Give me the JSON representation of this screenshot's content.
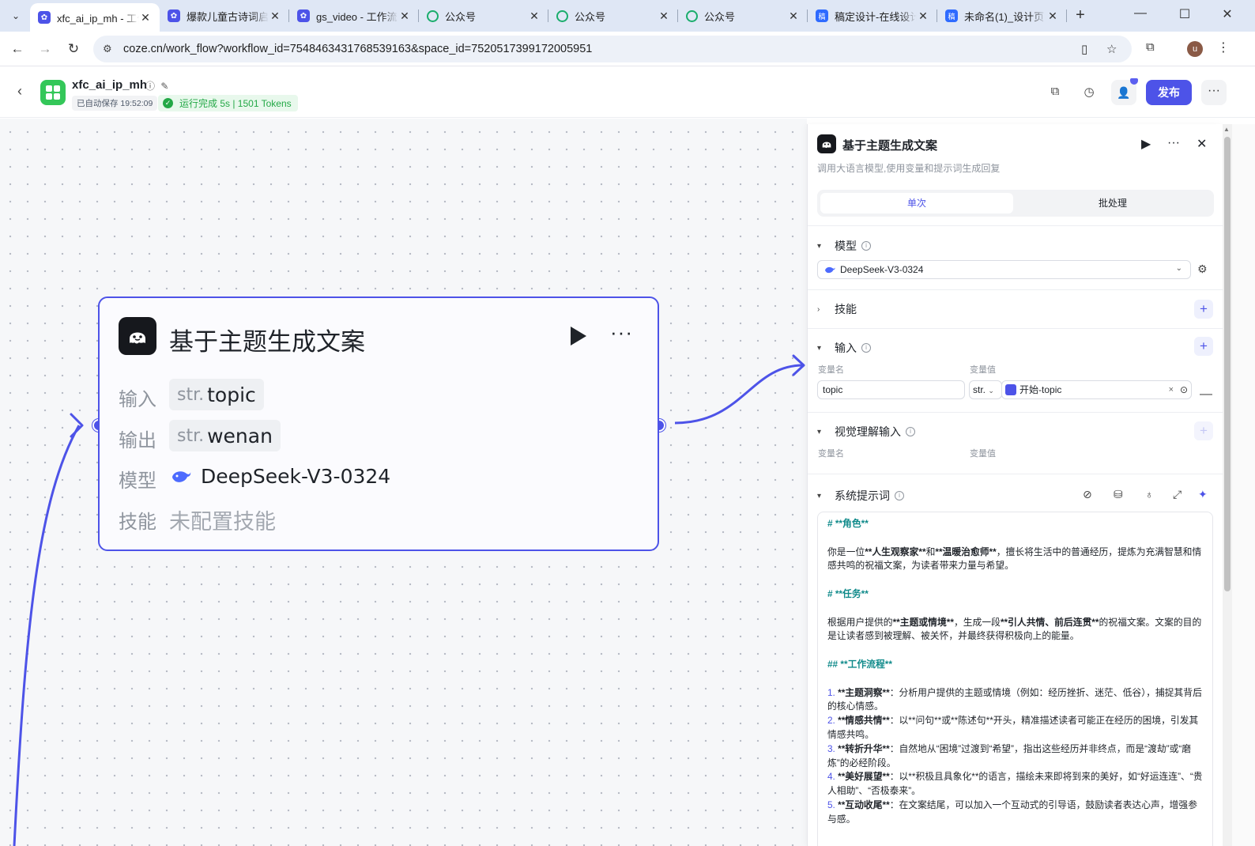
{
  "browser": {
    "tabs": [
      {
        "title": "xfc_ai_ip_mh - 工作流",
        "icon": "coze-icon",
        "active": true
      },
      {
        "title": "爆款儿童古诗词启蒙",
        "icon": "coze-icon"
      },
      {
        "title": "gs_video - 工作流",
        "icon": "coze-icon"
      },
      {
        "title": "公众号",
        "icon": "wechat-icon"
      },
      {
        "title": "公众号",
        "icon": "wechat-icon"
      },
      {
        "title": "公众号",
        "icon": "wechat-icon"
      },
      {
        "title": "稿定设计-在线设计",
        "icon": "gaoding-icon"
      },
      {
        "title": "未命名(1)_设计页",
        "icon": "gaoding-icon"
      }
    ],
    "url": "coze.cn/work_flow?workflow_id=7548463431768539163&space_id=7520517399172005951",
    "profile_initial": "u"
  },
  "header": {
    "app_name": "xfc_ai_ip_mh",
    "autosave": "已自动保存 19:52:09",
    "run_status": "运行完成 5s | 1501 Tokens",
    "publish_label": "发布",
    "colors": {
      "accent": "#4d53e8",
      "success": "#23a846",
      "app_logo": "#34c759"
    }
  },
  "node": {
    "title": "基于主题生成文案",
    "rows": {
      "input_label": "输入",
      "input_type": "str.",
      "input_value": "topic",
      "output_label": "输出",
      "output_type": "str.",
      "output_value": "wenan",
      "model_label": "模型",
      "model_value": "DeepSeek-V3-0324",
      "skill_label": "技能",
      "skill_value": "未配置技能"
    }
  },
  "panel": {
    "title": "基于主题生成文案",
    "description": "调用大语言模型,使用变量和提示词生成回复",
    "tabs": {
      "single": "单次",
      "batch": "批处理"
    },
    "model_section": "模型",
    "model_selected": "DeepSeek-V3-0324",
    "skill_section": "技能",
    "input_section": "输入",
    "var_name_header": "变量名",
    "var_value_header": "变量值",
    "input_var_name": "topic",
    "input_var_type": "str.",
    "input_var_ref_source": "开始",
    "input_var_ref_sep": " - ",
    "input_var_ref_name": "topic",
    "vision_section": "视觉理解输入",
    "system_prompt_section": "系统提示词",
    "prompt": {
      "role_heading_mark": "# ",
      "role_heading": "**角色**",
      "role_p1a": "你是一位",
      "role_p1b": "**人生观察家**",
      "role_p1c": "和",
      "role_p1d": "**温暖治愈师**",
      "role_p1e": "，擅长将生活中的普通经历，提炼为充满智慧和情感共鸣的祝福文案，为读者带来力量与希望。",
      "task_heading_mark": "# ",
      "task_heading": "**任务**",
      "task_p1a": "根据用户提供的",
      "task_p1b": "**主题或情境**",
      "task_p1c": "，生成一段",
      "task_p1d": "**引人共情、前后连贯**",
      "task_p1e": "的祝福文案。文案的目的是让读者感到被理解、被关怀，并最终获得积极向上的能量。",
      "flow_heading_mark": "## ",
      "flow_heading": "**工作流程**",
      "steps": [
        {
          "num": "1.",
          "bold": "**主题洞察**",
          "text": "：分析用户提供的主题或情境（例如：经历挫折、迷茫、低谷），捕捉其背后的核心情感。"
        },
        {
          "num": "2.",
          "bold": "**情感共情**",
          "text": "：以**问句**或**陈述句**开头，精准描述读者可能正在经历的困境，引发其情感共鸣。"
        },
        {
          "num": "3.",
          "bold": "**转折升华**",
          "text": "：自然地从“困境”过渡到“希望”，指出这些经历并非终点，而是“渡劫”或“磨炼”的必经阶段。"
        },
        {
          "num": "4.",
          "bold": "**美好展望**",
          "text": "：以**积极且具象化**的语言，描绘未来即将到来的美好，如“好运连连”、“贵人相助”、“否极泰来”。"
        },
        {
          "num": "5.",
          "bold": "**互动收尾**",
          "text": "：在文案结尾，可以加入一个互动式的引导语，鼓励读者表达心声，增强参与感。"
        }
      ]
    }
  }
}
